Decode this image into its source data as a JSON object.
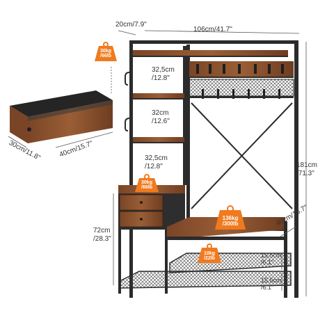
{
  "dimensions": {
    "depth": "20cm/7.9\"",
    "width": "106cm/41.7\"",
    "height_cm": "181cm",
    "height_in": "/71.3\"",
    "shelf_gap_1_cm": "32,5cm",
    "shelf_gap_1_in": "/12.8\"",
    "shelf_gap_2_cm": "32cm",
    "shelf_gap_2_in": "/12.6\"",
    "shelf_gap_3_cm": "32,5cm",
    "shelf_gap_3_in": "/12.8\"",
    "cabinet_height_cm": "72cm",
    "cabinet_height_in": "/28.3\"",
    "bench_depth": "40cm/15.7\"",
    "drawer_depth": "30cm/11.8\"",
    "drawer_width": "40cm/15.7\"",
    "rack_gap_1_cm": "15.5cm",
    "rack_gap_1_in": "/6.1\"",
    "rack_gap_2_cm": "15.5cm",
    "rack_gap_2_in": "/6.1\""
  },
  "load_badges": {
    "top_shelf_kg": "30kg",
    "top_shelf_lb": "/66lb",
    "cabinet_kg": "30kg",
    "cabinet_lb": "/66lb",
    "bench_kg": "136kg",
    "bench_lb": "/300lb",
    "rack_kg": "10kg",
    "rack_lb": "/22lb"
  },
  "colors": {
    "frame": "#2b2b2b",
    "wood": "#8a5230",
    "wood_dark": "#6b3c22",
    "badge": "#f07a1e",
    "dim_line": "#555555",
    "fabric": "#2e2e2e"
  }
}
